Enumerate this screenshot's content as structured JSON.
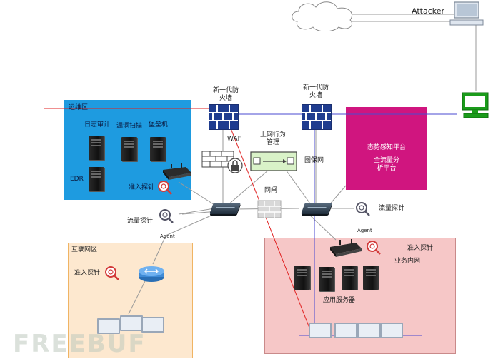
{
  "colors": {
    "ops_zone": "#1e9be0",
    "internet_zone": "#fde8cf",
    "internet_zone_border": "#f0b463",
    "situation_platform": "#d0157f",
    "business_zone": "#f6c7c7",
    "business_zone_border": "#c98a8a",
    "red_line": "#e02020",
    "blue_line": "#4a4ad0",
    "green_host": "#1a9b1a"
  },
  "labels": {
    "attacker": "Attacker",
    "ops_zone": "运维区",
    "log_audit": "日志审计",
    "vuln_scan": "漏洞扫描",
    "bastion": "堡垒机",
    "edr": "EDR",
    "access_probe_ops": "准入探针",
    "ngfw_left": "新一代防\n火墙",
    "ngfw_right": "新一代防\n火墙",
    "waf": "WAF",
    "web_behavior": "上网行为\n管理",
    "gateway": "网闸",
    "shield_net": "图保网",
    "situation_platform": "态势感知平台",
    "situation_sub": "全流量分\n析平台",
    "flow_probe_left": "流量探针",
    "flow_probe_right": "流量探针",
    "agent_left": "Agent",
    "agent_right": "Agent",
    "internet_zone": "互联网区",
    "access_probe_inet": "准入探针",
    "access_probe_biz": "准入探针",
    "business_net": "业务内网",
    "app_servers": "应用服务器",
    "watermark": "FREEBUF"
  },
  "icons": [
    "cloud-icon",
    "computer-icon",
    "server-icon",
    "router-icon",
    "switch-icon",
    "firewall-icon",
    "magnifier-probe-icon",
    "lock-icon",
    "wifi-router-icon"
  ]
}
